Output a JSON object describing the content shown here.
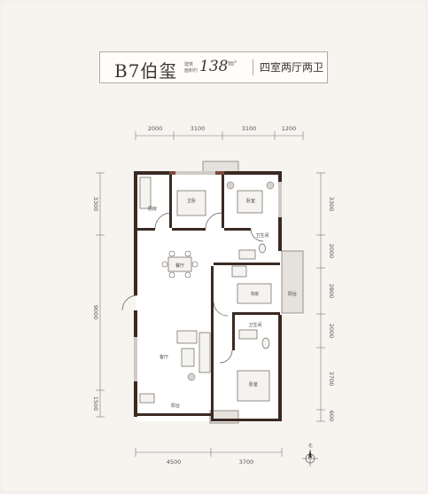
{
  "title": {
    "name": "B7伯玺",
    "area_label_1": "建筑",
    "area_label_2": "面积约",
    "area_value": "138",
    "area_unit": "m²",
    "house_type": "四室两厅两卫"
  },
  "dimensions": {
    "top": [
      "2000",
      "3100",
      "3100",
      "1200"
    ],
    "bottom": [
      "4500",
      "3700"
    ],
    "left": [
      "3300",
      "9000",
      "1500"
    ],
    "right": [
      "3300",
      "2000",
      "2800",
      "2000",
      "3700",
      "600"
    ]
  },
  "rooms": {
    "master_bedroom": "主卧",
    "kitchen": "厨房",
    "bedroom_top_right": "卧室",
    "bathroom_top": "卫生间",
    "dining": "餐厅",
    "study": "书房",
    "balcony_right": "阳台",
    "bathroom_bottom": "卫生间",
    "living": "客厅",
    "bedroom_bottom": "卧室",
    "balcony_bottom": "阳台"
  },
  "compass": "北",
  "colors": {
    "wall": "#3a2a22",
    "frame": "#7a4a3a",
    "window": "#b9b3ad",
    "floor": "#ffffff"
  }
}
